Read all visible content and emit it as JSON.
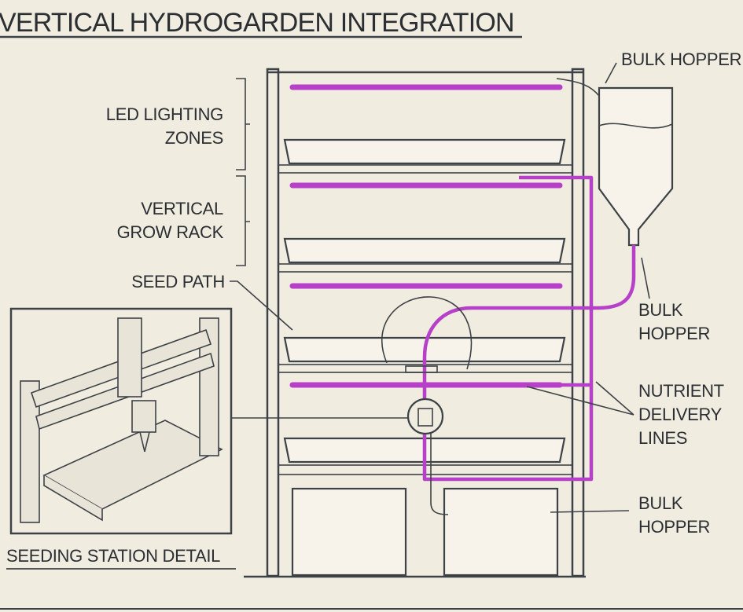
{
  "title": "VERTICAL HYDROGARDEN INTEGRATION",
  "labels": {
    "led_zones_line1": "LED LIGHTING",
    "led_zones_line2": "ZONES",
    "grow_rack_line1": "VERTICAL",
    "grow_rack_line2": "GROW RACK",
    "seed_path": "SEED PATH",
    "bulk_hopper_top": "BULK HOPPER",
    "bulk_hopper_mid_line1": "BULK",
    "bulk_hopper_mid_line2": "HOPPER",
    "nutrient_line1": "NUTRIENT",
    "nutrient_line2": "DELIVERY",
    "nutrient_line3": "LINES",
    "bulk_hopper_bottom_line1": "BULK",
    "bulk_hopper_bottom_line2": "HOPPER",
    "seeding_station": "SEEDING STATION DETAIL"
  },
  "colors": {
    "background": "#f1ece0",
    "ink": "#2b2f33",
    "led_and_nutrient_lines": "#b640c8"
  }
}
